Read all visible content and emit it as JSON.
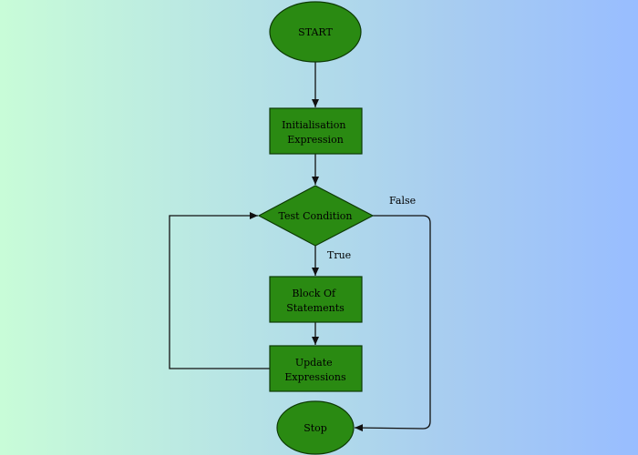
{
  "colors": {
    "node_fill": "#2a8a12",
    "node_stroke": "#0d3a05",
    "edge": "#111111"
  },
  "nodes": {
    "start": "START",
    "init": [
      "Initialisation",
      "Expression"
    ],
    "test": "Test Condition",
    "block": [
      "Block Of",
      "Statements"
    ],
    "update": [
      "Update",
      "Expressions"
    ],
    "stop": "Stop"
  },
  "edge_labels": {
    "false": "False",
    "true": "True"
  }
}
